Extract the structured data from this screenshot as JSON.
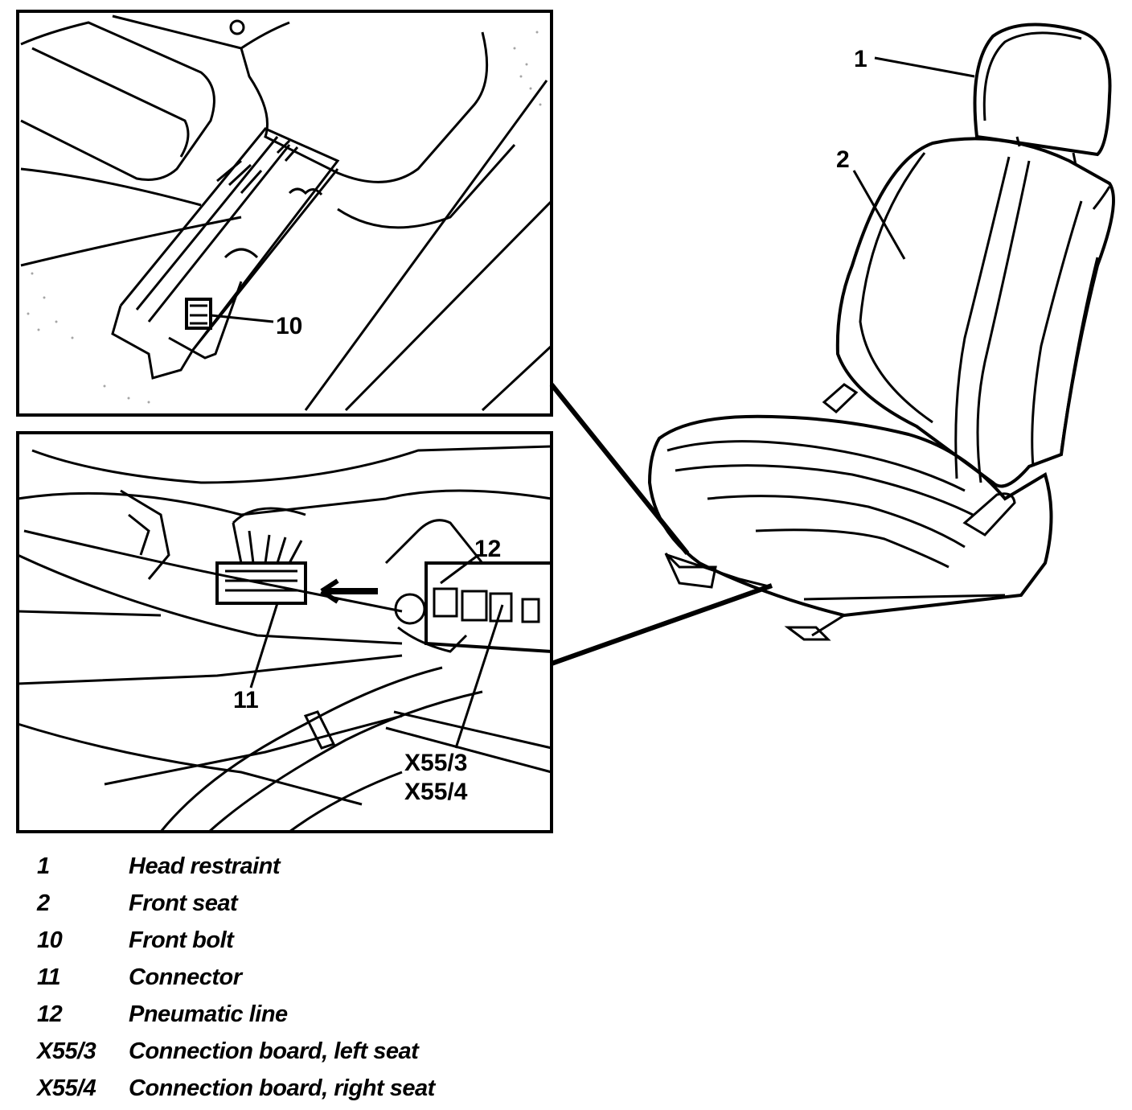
{
  "callouts": {
    "head_restraint": "1",
    "front_seat": "2",
    "front_bolt": "10",
    "connector": "11",
    "pneumatic_line": "12",
    "conn_board_left": "X55/3",
    "conn_board_right": "X55/4"
  },
  "legend": [
    {
      "num": "1",
      "desc": "Head restraint"
    },
    {
      "num": "2",
      "desc": "Front seat"
    },
    {
      "num": "10",
      "desc": "Front bolt"
    },
    {
      "num": "11",
      "desc": "Connector"
    },
    {
      "num": "12",
      "desc": "Pneumatic line"
    },
    {
      "num": "X55/3",
      "desc": "Connection board, left seat"
    },
    {
      "num": "X55/4",
      "desc": "Connection board, right seat"
    }
  ]
}
